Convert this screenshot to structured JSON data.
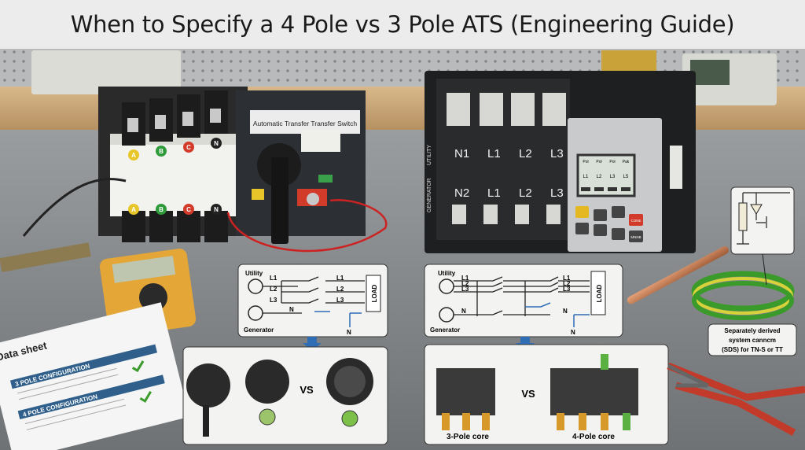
{
  "title": "When to Specify a 4 Pole vs 3 Pole ATS (Engineering Guide)",
  "left_ats": {
    "label_plate": "Automatic Transfer Transfer Switch",
    "terminals": [
      "A",
      "B",
      "C",
      "N"
    ],
    "terminal_colors": [
      "#e8c62a",
      "#2e9a3a",
      "#d23a2a",
      "#222222"
    ]
  },
  "right_ats": {
    "side_labels": [
      "UTILITY",
      "GENERATOR"
    ],
    "top_row": [
      "N1",
      "L1",
      "L2",
      "L3"
    ],
    "bottom_row": [
      "N2",
      "L1",
      "L2",
      "L3"
    ],
    "display_columns": [
      "Pol",
      "Pol",
      "Pol",
      "Pak"
    ],
    "display_lines": [
      "L1",
      "L2",
      "L3",
      "L5"
    ],
    "buttons": [
      "CONE",
      "MNNB"
    ]
  },
  "diagram_3pole": {
    "source_top": "Utility",
    "source_bottom": "Generator",
    "lines_in": [
      "L1",
      "L2",
      "L3"
    ],
    "lines_out": [
      "L1",
      "L2",
      "L3"
    ],
    "neutral": "N",
    "neutral_out": "N",
    "load": "LOAD"
  },
  "diagram_4pole": {
    "source_top": "Utility",
    "source_bottom": "Generator",
    "lines_in": [
      "L1",
      "L2",
      "L3"
    ],
    "lines_out": [
      "L1",
      "L2",
      "L3"
    ],
    "neutral": "N",
    "neutral_out": "N",
    "neutral_out2": "N",
    "load": "LOAD"
  },
  "plugs_panel": {
    "vs": "VS"
  },
  "cores_panel": {
    "vs": "VS",
    "left_label": "3-Pole core",
    "right_label": "4-Pole core"
  },
  "datasheet": {
    "heading": "Data sheet",
    "section1": "3 POLE CONFIGURATION",
    "section2": "4 POLE CONFIGURATION"
  },
  "sds_caption": [
    "Separately derived",
    "system canncm",
    "(SDS) for TN-S or TT"
  ],
  "colors": {
    "accent_blue": "#2f6db5",
    "ground_green": "#3a9a2a",
    "ground_yellow": "#d8d23a"
  }
}
